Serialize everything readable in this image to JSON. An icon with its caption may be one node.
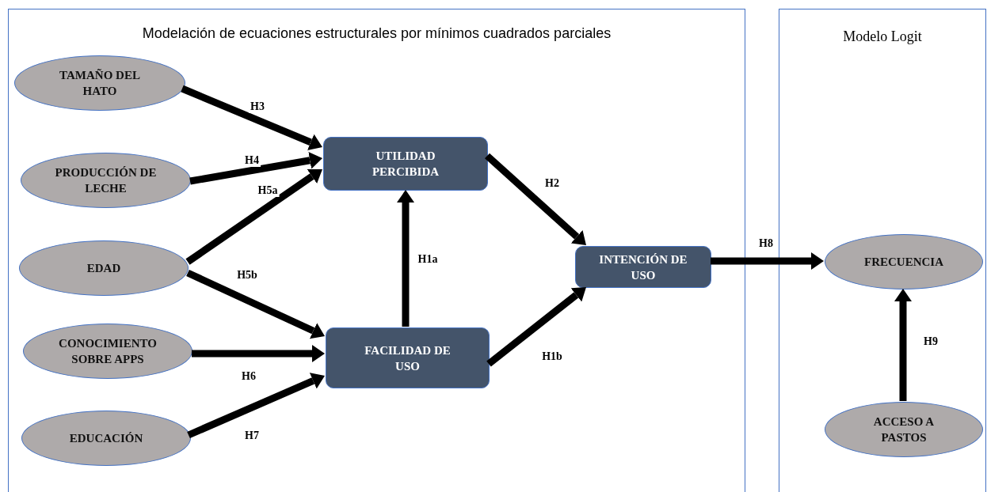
{
  "diagram": {
    "nodes": [
      {
        "text": [
          "Modelación de ecuaciones estructurales por mínimos cuadrados parciales"
        ]
      },
      {
        "text": [
          "Modelo Logit"
        ]
      },
      {
        "text": [
          "TAMAÑO DEL HATO"
        ],
        "in": 0
      },
      {
        "text": [
          "PRODUCCIÓN DE LECHE"
        ],
        "in": 0
      },
      {
        "text": [
          "EDAD"
        ],
        "in": 0
      },
      {
        "text": [
          "CONOCIMIENTO SOBRE APPS"
        ],
        "in": 0
      },
      {
        "text": [
          "EDUCACIÓN"
        ],
        "in": 0
      },
      {
        "text": [
          "UTILIDAD PERCIBIDA"
        ],
        "in": 0
      },
      {
        "text": [
          "FACILIDAD DE USO"
        ],
        "in": 0
      },
      {
        "text": [
          "INTENCIÓN DE USO"
        ],
        "in": 0
      },
      {
        "text": [
          "FRECUENCIA"
        ],
        "in": 1
      },
      {
        "text": [
          "ACCESO A PASTOS"
        ],
        "in": 1
      }
    ],
    "edges": [
      {
        "from": 2,
        "to": 7,
        "arrow": "to",
        "label": "H3"
      },
      {
        "from": 3,
        "to": 7,
        "arrow": "to",
        "label": "H4"
      },
      {
        "from": 4,
        "to": 7,
        "arrow": "to",
        "label": "H5a"
      },
      {
        "from": 4,
        "to": 8,
        "arrow": "to",
        "label": "H5b"
      },
      {
        "from": 5,
        "to": 8,
        "arrow": "to",
        "label": "H6"
      },
      {
        "from": 6,
        "to": 8,
        "arrow": "to",
        "label": "H7"
      },
      {
        "from": 8,
        "to": 7,
        "arrow": "to",
        "label": "H1a"
      },
      {
        "from": 7,
        "to": 9,
        "arrow": "to",
        "label": "H2"
      },
      {
        "from": 8,
        "to": 9,
        "arrow": "to",
        "label": "H1b"
      },
      {
        "from": 9,
        "to": 10,
        "arrow": "to",
        "label": "H8"
      },
      {
        "from": 11,
        "to": 10,
        "arrow": "to",
        "label": "H9"
      }
    ]
  }
}
